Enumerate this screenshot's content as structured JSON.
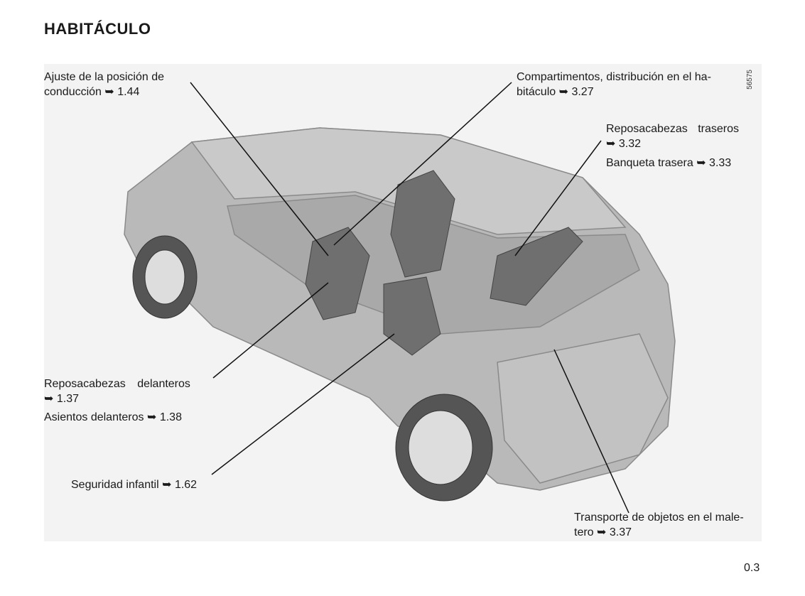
{
  "page_title": "HABITÁCULO",
  "figure_id": "56575",
  "page_number": "0.3",
  "labels": {
    "driving_position": [
      "Ajuste de la posición de",
      "conducción ➥ 1.44"
    ],
    "compartments": [
      "Compartimentos, distribución en el ha-",
      "bitáculo ➥ 3.27"
    ],
    "rear_headrests": [
      "Reposacabezas traseros",
      "➥ 3.32"
    ],
    "rear_bench": "Banqueta trasera ➥ 3.33",
    "front_headrests": [
      "Reposacabezas delanteros",
      "➥ 1.37"
    ],
    "front_seats": "Asientos delanteros ➥ 1.38",
    "child_safety": "Seguridad infantil ➥ 1.62",
    "luggage": [
      "Transporte de objetos en el male-",
      "tero ➥ 3.37"
    ]
  }
}
